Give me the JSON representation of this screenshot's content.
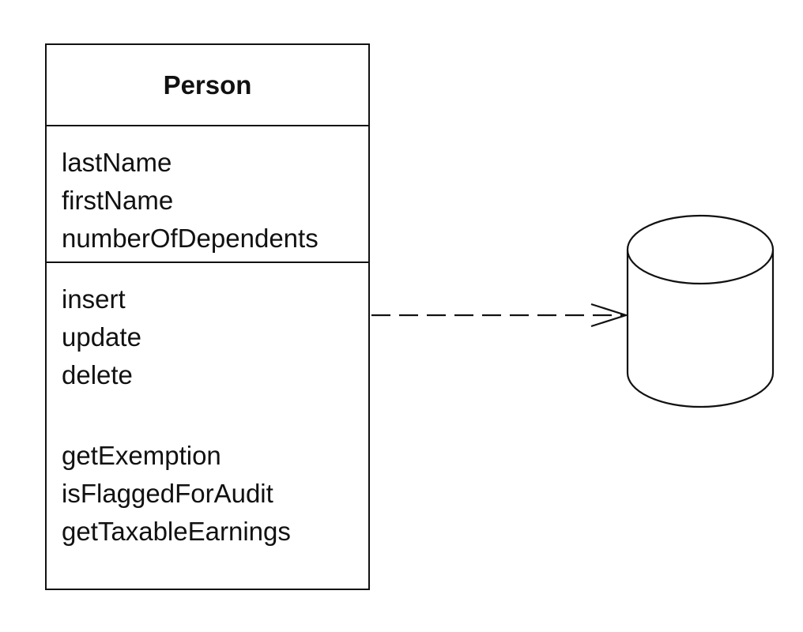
{
  "class": {
    "name": "Person",
    "attributes": [
      "lastName",
      "firstName",
      "numberOfDependents"
    ],
    "operations_group1": [
      "insert",
      "update",
      "delete"
    ],
    "operations_group2": [
      "getExemption",
      "isFlaggedForAudit",
      "getTaxableEarnings"
    ]
  },
  "connector": {
    "style": "dashed",
    "arrowhead": "open"
  },
  "database_icon": "cylinder-icon",
  "colors": {
    "line": "#111111",
    "background": "#ffffff"
  }
}
